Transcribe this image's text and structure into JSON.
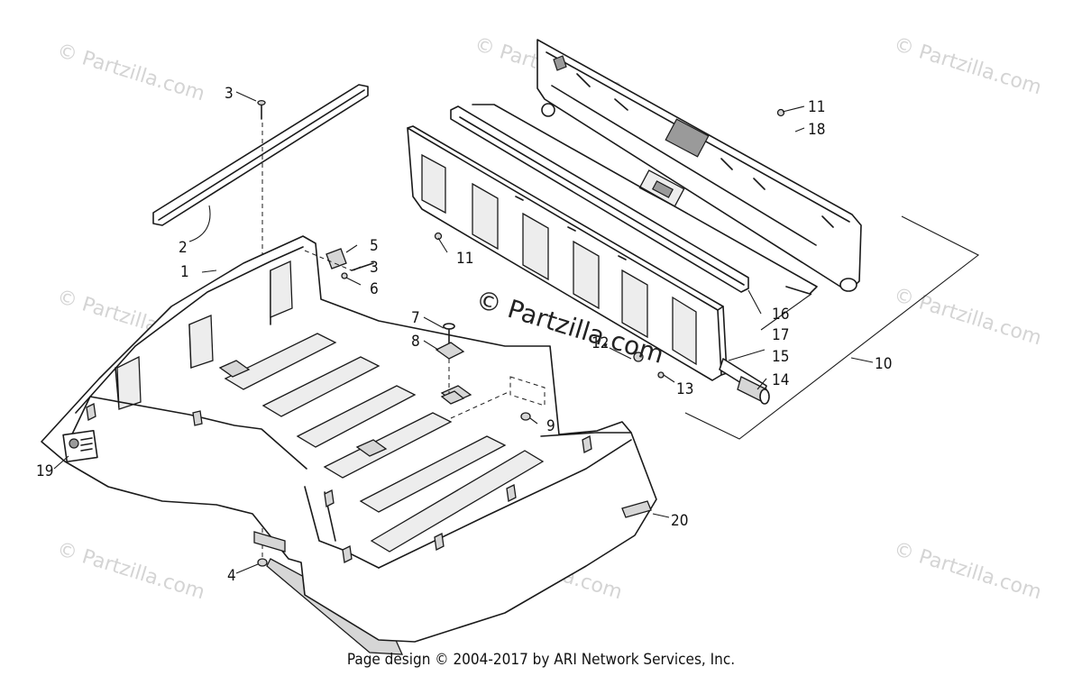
{
  "watermarks": {
    "tile_text": "© Partzilla.com",
    "center_text": "© Partzilla.com"
  },
  "callouts": {
    "c1": "1",
    "c2": "2",
    "c3a": "3",
    "c3b": "3",
    "c4": "4",
    "c5": "5",
    "c6": "6",
    "c7": "7",
    "c8": "8",
    "c9": "9",
    "c10": "10",
    "c11a": "11",
    "c11b": "11",
    "c12": "12",
    "c13": "13",
    "c14": "14",
    "c15": "15",
    "c16": "16",
    "c17": "17",
    "c18": "18",
    "c19": "19",
    "c20": "20"
  },
  "footer": "Page design © 2004-2017 by ARI Network Services, Inc."
}
